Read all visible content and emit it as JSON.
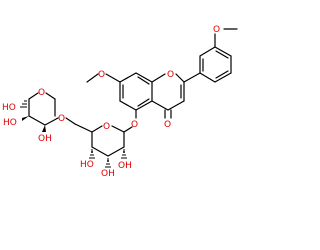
{
  "atom_labels": {
    "o_methoxy_phenyl": "O",
    "o_methoxy_7": "O",
    "o_ring": "O",
    "o_carbonyl": "O",
    "o_glycosidic_5": "O",
    "o_glu_ring": "O",
    "o_link_6": "O",
    "o_xyl_ring": "O",
    "oh_xyl_4": "HO",
    "oh_xyl_3": "HO",
    "oh_xyl_2": "OH",
    "oh_glu_4": "HO",
    "oh_glu_3": "OH",
    "oh_glu_2": "OH"
  },
  "colors": {
    "bond": "#000000",
    "heteroatom_oxygen": "#e00000",
    "background": "#ffffff"
  }
}
